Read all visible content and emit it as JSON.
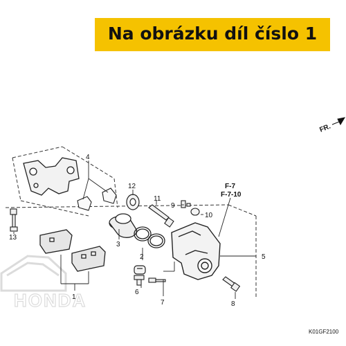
{
  "banner": {
    "text": "Na obrázku díl číslo 1",
    "color": "#f5c200"
  },
  "direction": {
    "label": "FR."
  },
  "refs": {
    "ref1": "F-7",
    "ref2": "F-7-10"
  },
  "diagram_code": "K01GF2100",
  "watermark": "HONDA",
  "callouts": {
    "c1": "1",
    "c2": "2",
    "c3": "3",
    "c4": "4",
    "c5": "5",
    "c6": "6",
    "c7": "7",
    "c8": "8",
    "c9": "9",
    "c10": "10",
    "c11": "11",
    "c12": "12",
    "c13": "13"
  }
}
